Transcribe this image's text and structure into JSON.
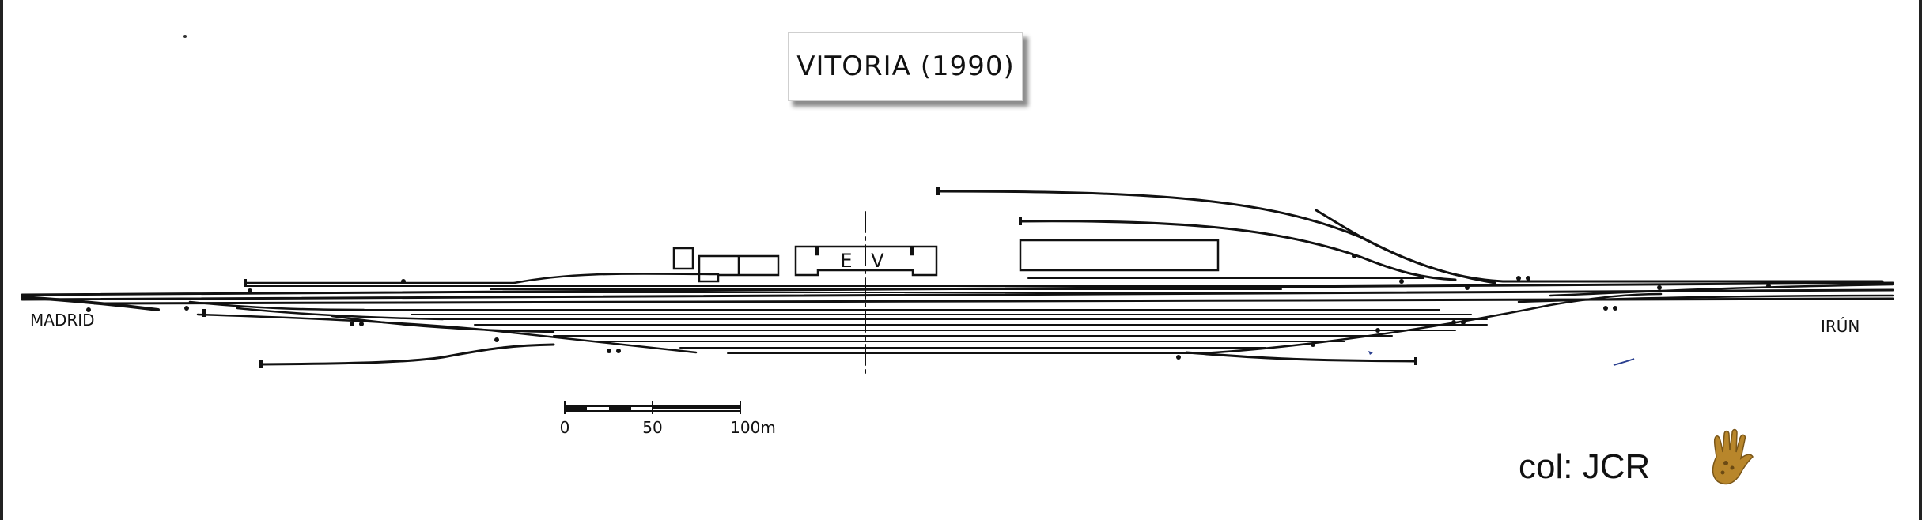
{
  "diagram": {
    "title": "VITORIA (1990)",
    "station_label": "E V",
    "left_direction": "MADRID",
    "right_direction": "IRÚN",
    "scale": {
      "tick_0": "0",
      "tick_50": "50",
      "tick_100": "100m"
    }
  },
  "credit": {
    "text": "col: JCR"
  },
  "icons": {
    "hand": "hand-icon"
  },
  "colors": {
    "ink": "#111111",
    "hand": "#b8862b"
  }
}
